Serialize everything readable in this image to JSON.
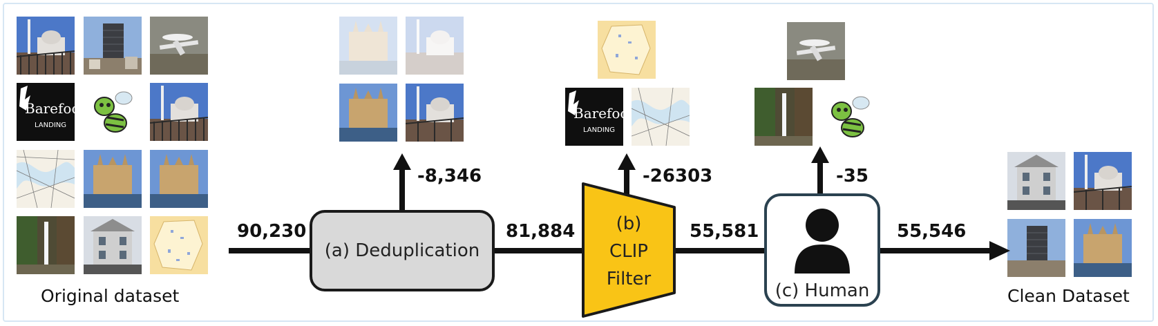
{
  "captions": {
    "original": "Original dataset",
    "clean": "Clean Dataset"
  },
  "counts": {
    "input": "90,230",
    "after_dedup": "81,884",
    "after_clip": "55,581",
    "after_human": "55,546",
    "removed_dedup": "-8,346",
    "removed_clip": "-26303",
    "removed_human": "-35"
  },
  "stages": {
    "dedup": "(a) Deduplication",
    "clip_line1": "(b)",
    "clip_line2": "CLIP",
    "clip_line3": "Filter",
    "human": "(c) Human"
  },
  "logo_text": {
    "word": "Barefoot",
    "sub": "LANDING"
  },
  "colors": {
    "clip_fill": "#f9c416",
    "dedup_fill": "#d9d9d9",
    "human_border": "#2b4250",
    "frame_border": "#d6e6f4"
  },
  "image_icons": {
    "mosque": "mosque-photo-icon",
    "tower": "tower-photo-icon",
    "aircraft": "aircraft-photo-icon",
    "logo": "barefoot-logo-icon",
    "bee": "bee-cartoon-icon",
    "map": "topo-map-icon",
    "cathedral": "cathedral-photo-icon",
    "waterfall": "waterfall-photo-icon",
    "house": "house-photo-icon",
    "political_map": "political-map-icon",
    "person": "person-icon"
  }
}
